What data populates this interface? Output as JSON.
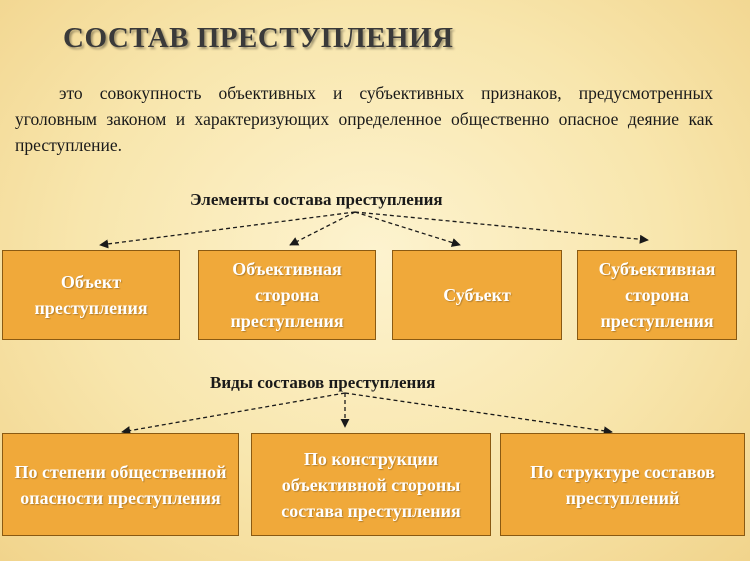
{
  "title": "СОСТАВ ПРЕСТУПЛЕНИЯ",
  "definition": "это совокупность объективных и субъективных признаков, предусмотренных уголовным законом и характеризующих определенное общественно опасное деяние как преступление.",
  "elements": {
    "label": "Элементы состава преступления",
    "items": [
      "Объект преступления",
      "Объективная сторона преступления",
      "Субъект",
      "Субъективная сторона преступления"
    ]
  },
  "types": {
    "label": "Виды составов преступления",
    "items": [
      "По степени общественной опасности преступления",
      "По конструкции объективной стороны состава преступления",
      "По структуре составов преступлений"
    ]
  },
  "colors": {
    "box_fill": "#f0a93a",
    "box_border": "#8a5a12",
    "background": "#f8e6ad"
  }
}
